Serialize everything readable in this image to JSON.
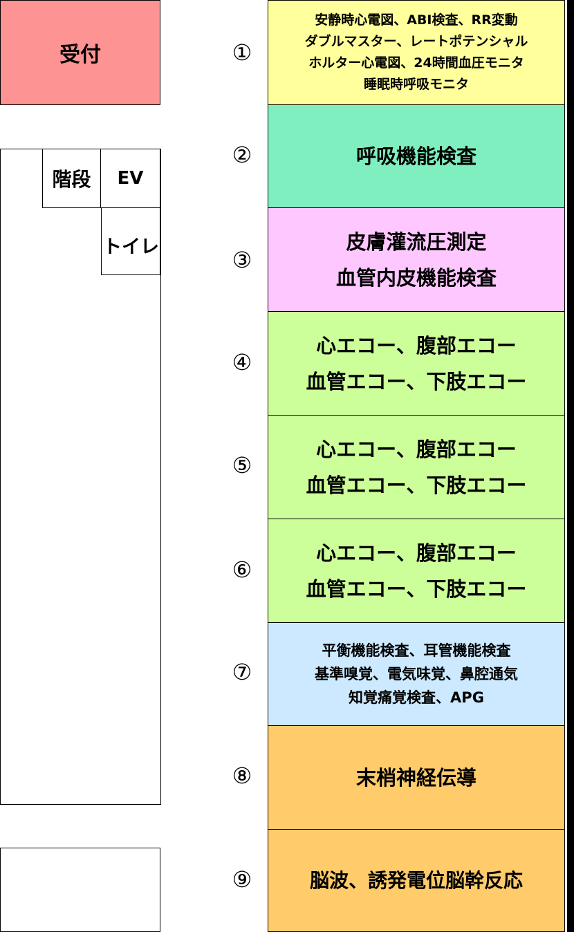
{
  "reception": {
    "label": "受付",
    "color": "#fe9393"
  },
  "stairs": {
    "label": "階段"
  },
  "elevator": {
    "label": "EV"
  },
  "toilet": {
    "label": "トイレ"
  },
  "rooms": [
    {
      "number": "①",
      "lines": [
        "安静時心電図、ABI検査、RR変動",
        "ダブルマスター、レートポテンシャル",
        "ホルター心電図、24時間血圧モニタ",
        "睡眠時呼吸モニタ"
      ],
      "color": "#ffff9b"
    },
    {
      "number": "②",
      "lines": [
        "呼吸機能検査"
      ],
      "color": "#7fefbf"
    },
    {
      "number": "③",
      "lines": [
        "皮膚灌流圧測定",
        "血管内皮機能検査"
      ],
      "color": "#ffc7ff"
    },
    {
      "number": "④",
      "lines": [
        "心エコー、腹部エコー",
        "血管エコー、下肢エコー"
      ],
      "color": "#ccff99"
    },
    {
      "number": "⑤",
      "lines": [
        "心エコー、腹部エコー",
        "血管エコー、下肢エコー"
      ],
      "color": "#ccff99"
    },
    {
      "number": "⑥",
      "lines": [
        "心エコー、腹部エコー",
        "血管エコー、下肢エコー"
      ],
      "color": "#ccff99"
    },
    {
      "number": "⑦",
      "lines": [
        "平衡機能検査、耳管機能検査",
        "基準嗅覚、電気味覚、鼻腔通気",
        "知覚痛覚検査、APG"
      ],
      "color": "#cce9ff"
    },
    {
      "number": "⑧",
      "lines": [
        "末梢神経伝導"
      ],
      "color": "#ffcb6b"
    },
    {
      "number": "⑨",
      "lines": [
        "脳波、誘発電位脳幹反応"
      ],
      "color": "#ffcb6b"
    }
  ]
}
